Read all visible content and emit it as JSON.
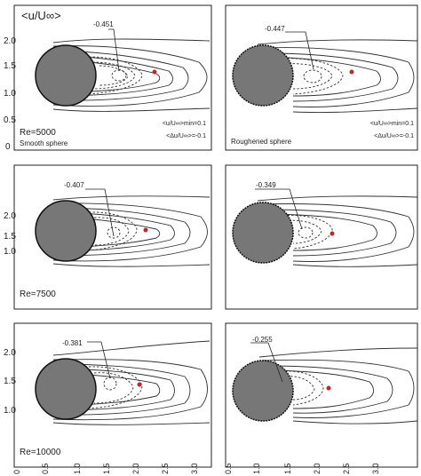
{
  "figure": {
    "title": "<u/U∞>",
    "x_ticks": [
      "0",
      "0.5",
      "1.0",
      "1.5",
      "2.0",
      "2.5",
      "3.0",
      "0.5",
      "1.0",
      "1.5",
      "2.0",
      "2.5",
      "3.0"
    ],
    "y_ticks": [
      "2.0",
      "1.5",
      "1.0",
      "0.5",
      "0"
    ],
    "rows": [
      {
        "re_label": "Re=5000",
        "left": {
          "min_label": "-0.451",
          "caption": "Smooth sphere",
          "legend1": "<u/U∞>min=0.1",
          "legend2": "<Δu/U∞>=-0.1"
        },
        "right": {
          "min_label": "-0.447",
          "caption": "Roughened sphere",
          "legend1": "<u/U∞>min=0.1",
          "legend2": "<Δu/U∞>=-0.1"
        }
      },
      {
        "re_label": "Re=7500",
        "left": {
          "min_label": "-0.407"
        },
        "right": {
          "min_label": "-0.349"
        }
      },
      {
        "re_label": "Re=10000",
        "left": {
          "min_label": "-0.381"
        },
        "right": {
          "min_label": "-0.255"
        }
      }
    ]
  },
  "colors": {
    "sphere": "#777777",
    "marker": "#cc2222",
    "frame": "#222222",
    "contour": "#333333"
  }
}
